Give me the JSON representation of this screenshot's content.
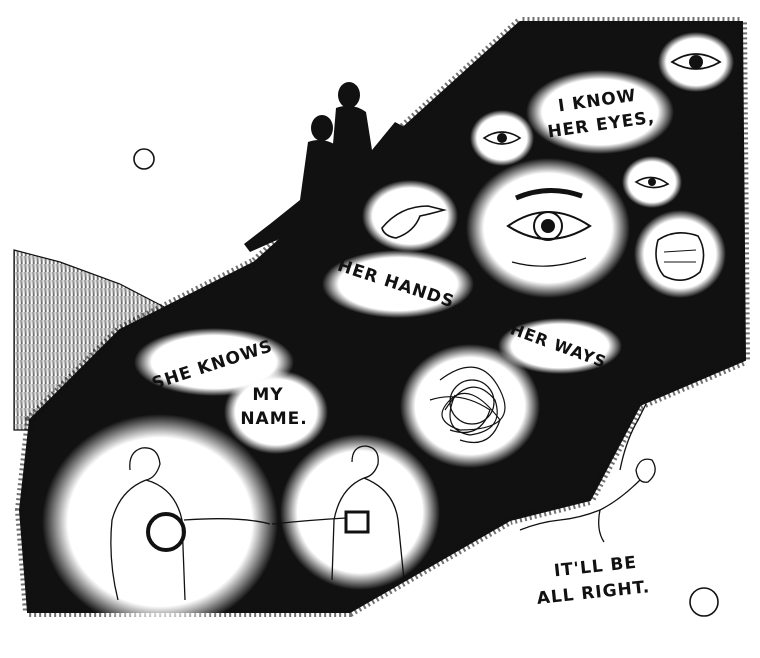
{
  "panel": {
    "captions": {
      "eyes_line1": "I KNOW",
      "eyes_line2": "HER EYES,",
      "hands": "HER HANDS,",
      "ways_line1": "HER WAYS.",
      "knows": "SHE KNOWS",
      "name_line1": "MY",
      "name_line2": "NAME.",
      "allright_line1": "IT'LL BE",
      "allright_line2": "ALL RIGHT."
    },
    "colors": {
      "ink": "#111111",
      "paper": "#ffffff"
    }
  }
}
